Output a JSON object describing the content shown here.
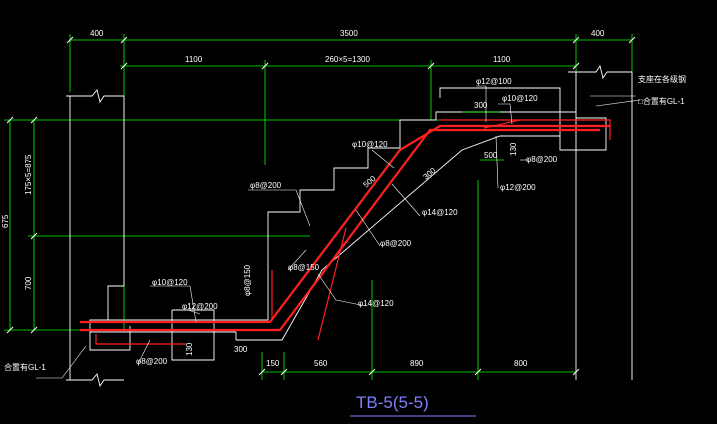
{
  "title": "TB-5(5-5)",
  "top_dimensions": {
    "left_wall": "400",
    "overall": "3500",
    "right_wall": "400",
    "lower_landing": "1100",
    "steps": "260×5=1300",
    "upper_landing": "1100"
  },
  "bottom_dimensions": [
    "150",
    "560",
    "890",
    "800"
  ],
  "left_dimensions": {
    "overall": "675",
    "steps": "175×5=875",
    "lower": "700"
  },
  "inner_dimensions": [
    "300",
    "500",
    "130",
    "500",
    "300",
    "300",
    "130"
  ],
  "labels": {
    "support_right": "支座在各级钢",
    "beam_right": "□合置有GL-1",
    "beam_left": "合置有GL-1",
    "r_top_1": "φ12@100",
    "r_top_2": "φ10@120",
    "r_top_3": "φ8@200",
    "r_top_4": "φ12@200",
    "r_mid_1": "φ10@120",
    "r_mid_2": "φ14@120",
    "r_mid_3": "φ8@200",
    "r_left_1": "φ8@200",
    "r_left_2": "φ8@150",
    "r_left_3": "φ8@150",
    "r_bot_1": "φ10@120",
    "r_bot_2": "φ12@200",
    "r_bot_3": "φ8@200",
    "r_bot_4": "φ14@120"
  }
}
